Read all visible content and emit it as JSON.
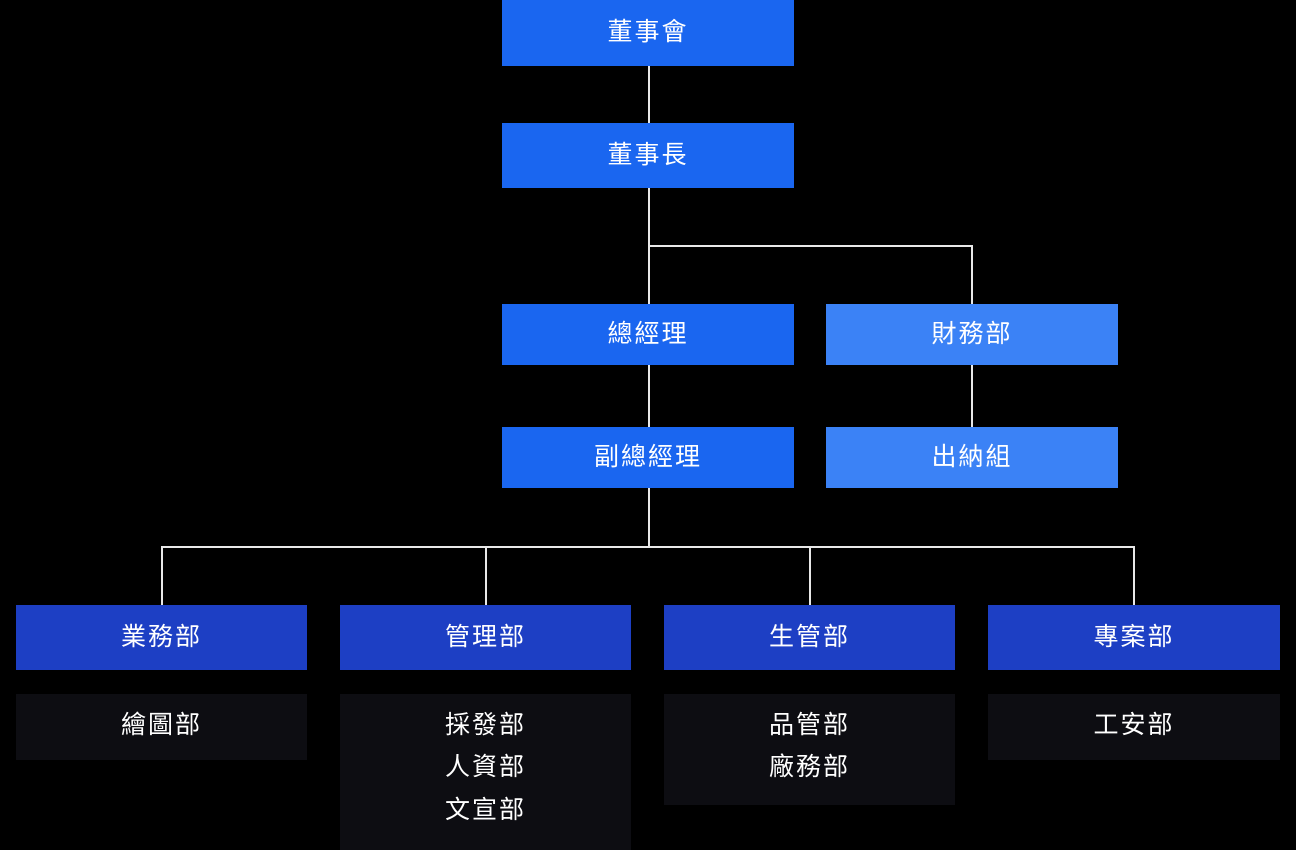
{
  "chart_data": {
    "type": "diagram",
    "title": "",
    "diagram_kind": "organization-chart",
    "orientation": "top-down",
    "background": "#000000",
    "colors": {
      "executive_blue": "#1a66f0",
      "finance_blue": "#3b82f6",
      "department_blue": "#1d3fc4",
      "sub_department_bg": "#0d0d12",
      "connector": "#e8e8e8",
      "text": "#ffffff"
    },
    "nodes": [
      {
        "id": "board",
        "label": "董事會",
        "level": 1,
        "style": "executive_blue"
      },
      {
        "id": "chairman",
        "label": "董事長",
        "level": 2,
        "style": "executive_blue"
      },
      {
        "id": "gm",
        "label": "總經理",
        "level": 3,
        "style": "executive_blue"
      },
      {
        "id": "finance",
        "label": "財務部",
        "level": 3,
        "style": "finance_blue"
      },
      {
        "id": "deputy_gm",
        "label": "副總經理",
        "level": 4,
        "style": "executive_blue"
      },
      {
        "id": "cashier",
        "label": "出納組",
        "level": 4,
        "style": "finance_blue"
      },
      {
        "id": "sales",
        "label": "業務部",
        "level": 5,
        "style": "department_blue"
      },
      {
        "id": "admin",
        "label": "管理部",
        "level": 5,
        "style": "department_blue"
      },
      {
        "id": "prod_mgmt",
        "label": "生管部",
        "level": 5,
        "style": "department_blue"
      },
      {
        "id": "project",
        "label": "專案部",
        "level": 5,
        "style": "department_blue"
      }
    ],
    "edges": [
      {
        "from": "board",
        "to": "chairman"
      },
      {
        "from": "chairman",
        "to": "gm"
      },
      {
        "from": "chairman",
        "to": "finance"
      },
      {
        "from": "gm",
        "to": "deputy_gm"
      },
      {
        "from": "finance",
        "to": "cashier"
      },
      {
        "from": "deputy_gm",
        "to": "sales"
      },
      {
        "from": "deputy_gm",
        "to": "admin"
      },
      {
        "from": "deputy_gm",
        "to": "prod_mgmt"
      },
      {
        "from": "deputy_gm",
        "to": "project"
      }
    ]
  },
  "level1": {
    "board": "董事會"
  },
  "level2": {
    "chairman": "董事長"
  },
  "level3": {
    "gm": "總經理",
    "finance": "財務部"
  },
  "level4": {
    "deputy_gm": "副總經理",
    "cashier": "出納組"
  },
  "departments": [
    {
      "name": "業務部",
      "subs": [
        "繪圖部"
      ]
    },
    {
      "name": "管理部",
      "subs": [
        "採發部",
        "人資部",
        "文宣部"
      ]
    },
    {
      "name": "生管部",
      "subs": [
        "品管部",
        "廠務部"
      ]
    },
    {
      "name": "專案部",
      "subs": [
        "工安部"
      ]
    }
  ]
}
